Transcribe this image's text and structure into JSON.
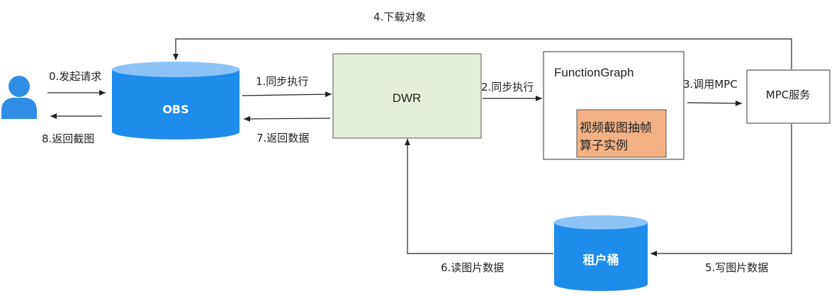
{
  "colors": {
    "user_icon": "#2f8de4",
    "cylinder_body": "#1f8ceb",
    "cylinder_top": "#8cc4f7",
    "dwr_fill": "#e3efd9",
    "operator_fill": "#f4b183",
    "line": "#222222"
  },
  "icons": {
    "user": "user-icon"
  },
  "nodes": {
    "obs": "OBS",
    "dwr": "DWR",
    "function_graph": "FunctionGraph",
    "operator_line1": "视频截图抽帧",
    "operator_line2": "算子实例",
    "mpc": "MPC服务",
    "tenant_bucket": "租户桶"
  },
  "edges": {
    "e0": "0.发起请求",
    "e1": "1.同步执行",
    "e2": "2.同步执行",
    "e3": "3.调用MPC",
    "e4": "4.下载对象",
    "e5": "5.写图片数据",
    "e6": "6.读图片数据",
    "e7": "7.返回数据",
    "e8": "8.返回截图"
  }
}
